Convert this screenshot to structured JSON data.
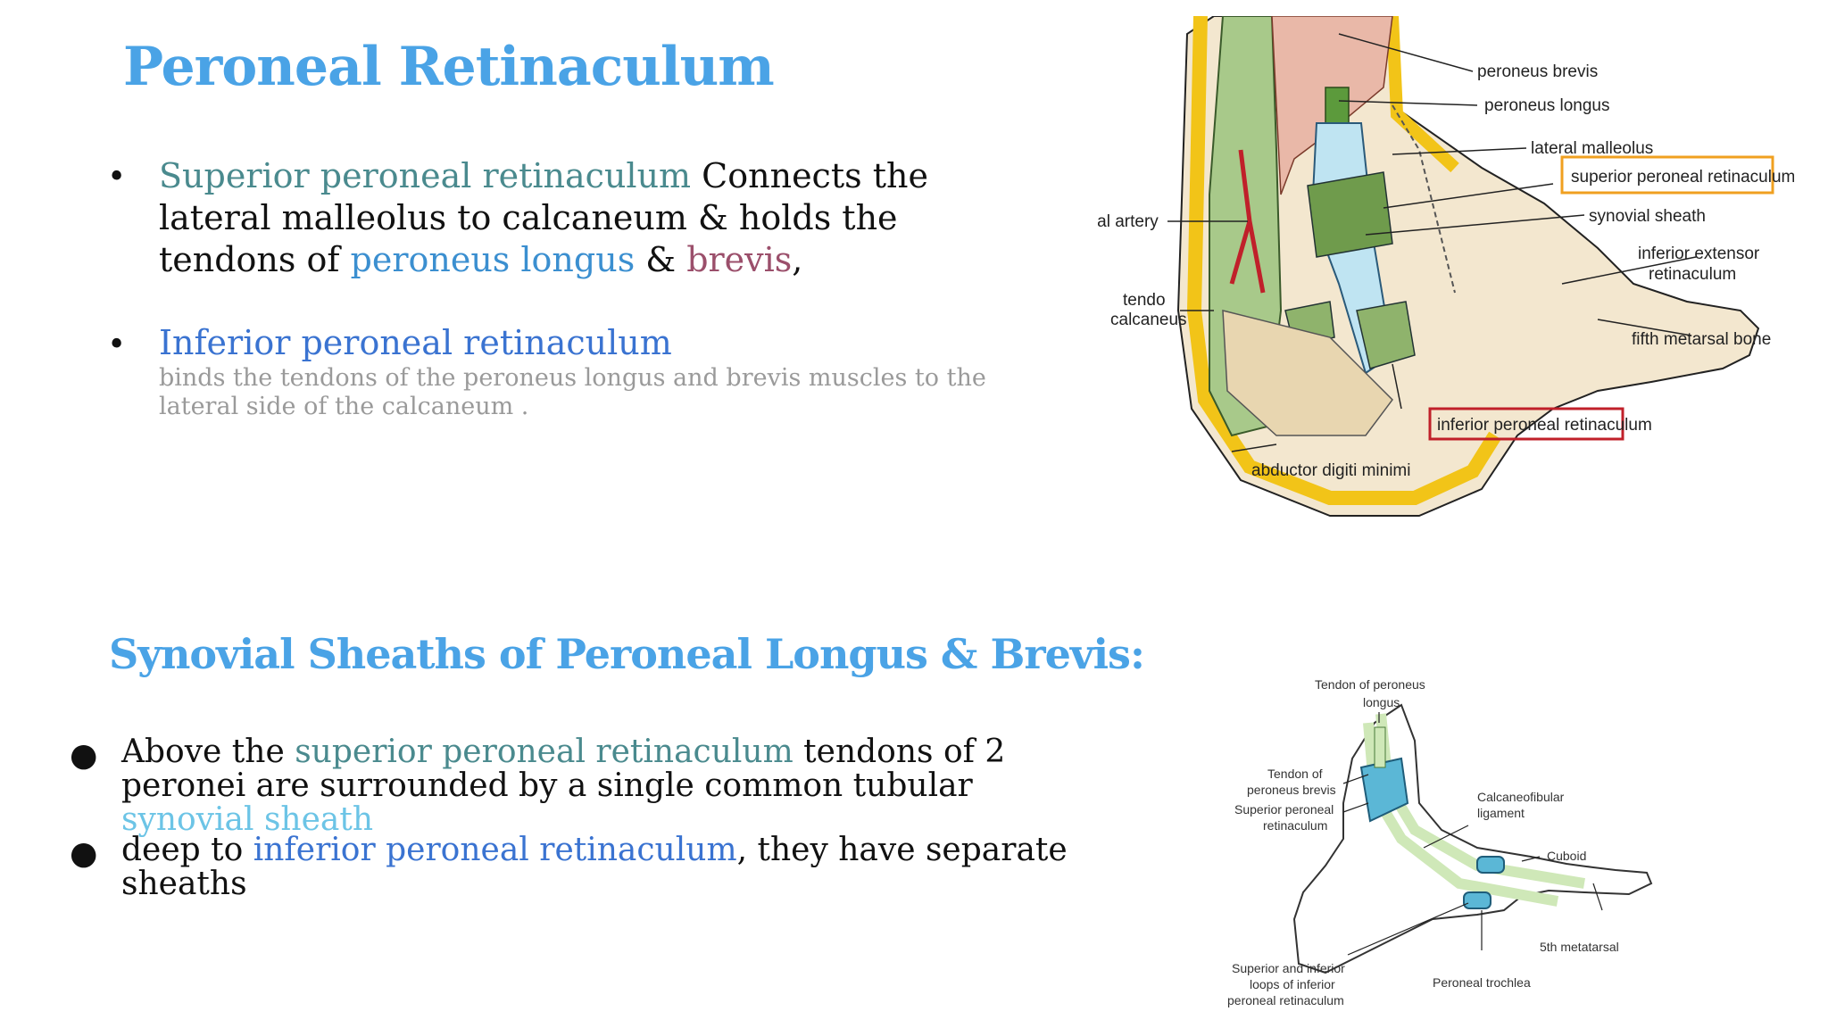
{
  "title": "Peroneal Retinaculum",
  "bullets_top": [
    {
      "parts": [
        "Superior peroneal retinaculum",
        " Connects the lateral malleolus to calcaneum & holds the tendons of ",
        "peroneus longus",
        " & ",
        "brevis",
        ","
      ]
    },
    {
      "heading": "Inferior peroneal retinaculum",
      "detail": "binds the tendons of the peroneus longus and brevis muscles to the lateral side of  the calcaneum ."
    }
  ],
  "section2_title": "Synovial Sheaths of Peroneal Longus & Brevis:",
  "bullets_bottom": [
    {
      "parts": [
        "Above the ",
        "superior peroneal retinaculum",
        " tendons of 2 peronei are surrounded by a single common tubular ",
        "synovial sheath"
      ]
    },
    {
      "parts": [
        "deep to ",
        "inferior peroneal retinaculum",
        ", they have separate sheaths"
      ]
    }
  ],
  "figure1_labels": {
    "peroneus_brevis": "peroneus brevis",
    "peroneus_longus": "peroneus longus",
    "lateral_malleolus": "lateral malleolus",
    "superior_peroneal_retinaculum": "superior peroneal retinaculum",
    "synovial_sheath": "synovial sheath",
    "peroneal_artery": "peroneal artery",
    "inferior_extensor_1": "inferior extensor",
    "inferior_extensor_2": "retinaculum",
    "tendo_1": "tendo",
    "tendo_2": "calcaneus",
    "fifth_metarsal_bone": "fifth metarsal bone",
    "inferior_peroneal_retinaculum": "inferior peroneal retinaculum",
    "abductor_digiti_minimi": "abductor digiti minimi"
  },
  "figure2_labels": {
    "tendon_longus_1": "Tendon of peroneus",
    "tendon_longus_2": "longus",
    "tendon_brevis_1": "Tendon of",
    "tendon_brevis_2": "peroneus brevis",
    "superior_ret_1": "Superior peroneal",
    "superior_ret_2": "retinaculum",
    "calcaneofibular_1": "Calcaneofibular",
    "calcaneofibular_2": "ligament",
    "cuboid": "Cuboid",
    "fifth_metatarsal": "5th metatarsal",
    "loops_1": "Superior and inferior",
    "loops_2": "loops of inferior",
    "loops_3": "peroneal retinaculum",
    "peroneal_trochlea": "Peroneal trochlea"
  },
  "colors": {
    "title": "#4aa3e6",
    "teal": "#4a8a8e",
    "blue": "#3b8fd0",
    "mauve": "#9b4f6b",
    "royal": "#3a73d1",
    "cyan": "#6cc4e6",
    "orange_box": "#f0a020",
    "red_box": "#c0202a"
  }
}
